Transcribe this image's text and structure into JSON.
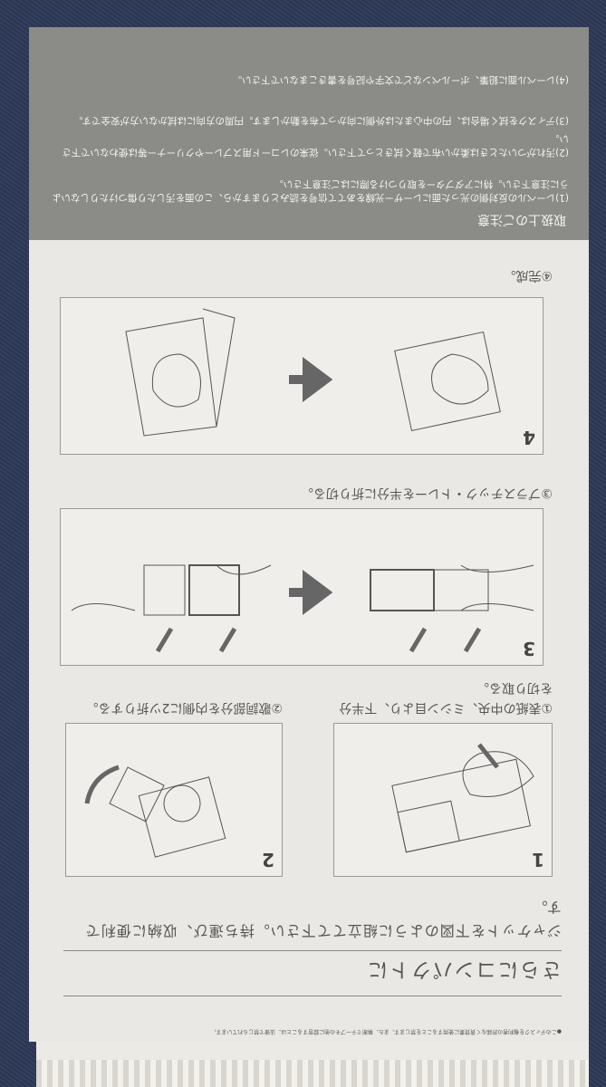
{
  "fine_print": "●このディスクを権利者の許諾なく賃貸業に使用することを禁じます。また、無断でテープその他に録音することは、法律で禁じられています。",
  "heading": "さらにコンパクトに",
  "intro": "ジャケットを下図のように組立てて下さい。持ち運び、収納に便利です。",
  "steps": [
    {
      "number": "1",
      "caption": "①表紙の中央、ミシン目より、下半分を切り取る。"
    },
    {
      "number": "2",
      "caption": "②歌詞部分を内側に2ツ折りする。"
    },
    {
      "number": "3",
      "caption": "③プラスチック・トレーを半分に折り切る。"
    },
    {
      "number": "4",
      "caption": "④完成。"
    }
  ],
  "notes": {
    "title": "取扱上のご注意",
    "items": [
      "(1)レーベルの反対側の光った面にレーザー光線をあてて信号を読みとりますから、この面を汚したり傷つけたりしないように注意下さい。特にアダプターを取りつける際にはご注意下さい。",
      "(2)汚れがついたときは柔かい布で軽く拭きとって下さい。従来のレコード用スプレーやクリーナー等は使わないで下さい。",
      "(3)ディスクを拭く場合は、円の中心または外側に向かって布を動かします。円周の方向には拭かない方が安全です。",
      "(4)レーベル面に鉛筆、ボールペンなどで文字や記号を書きこまないで下さい。"
    ]
  },
  "colors": {
    "background": "#2f3b57",
    "card": "#e9e8e4",
    "notes_band": "#8b8b88",
    "arrow": "#666666"
  }
}
